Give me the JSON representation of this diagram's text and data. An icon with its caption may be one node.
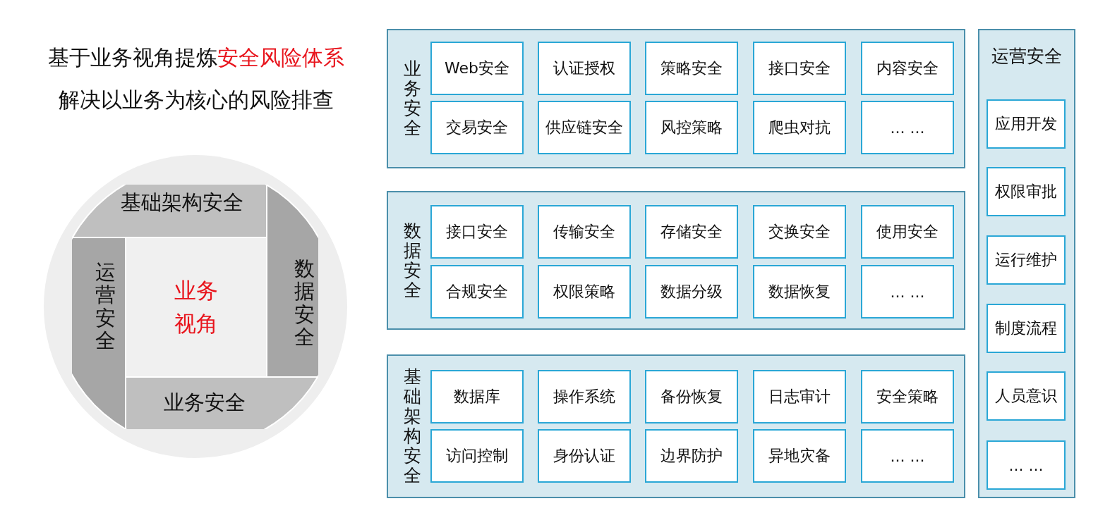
{
  "diagram": {
    "nodes": [
      {
        "text": [
          "基础架构安全"
        ]
      },
      {
        "text": [
          "运营安全"
        ]
      },
      {
        "text": [
          "业务视角"
        ]
      },
      {
        "text": [
          "数据安全"
        ]
      },
      {
        "text": [
          "业务安全"
        ]
      },
      {
        "text": [
          "业务安全"
        ]
      },
      {
        "text": [
          "Web安全"
        ],
        "in": 5
      },
      {
        "text": [
          "认证授权"
        ],
        "in": 5
      },
      {
        "text": [
          "策略安全"
        ],
        "in": 5
      },
      {
        "text": [
          "接口安全"
        ],
        "in": 5
      },
      {
        "text": [
          "内容安全"
        ],
        "in": 5
      },
      {
        "text": [
          "交易安全"
        ],
        "in": 5
      },
      {
        "text": [
          "供应链安全"
        ],
        "in": 5
      },
      {
        "text": [
          "风控策略"
        ],
        "in": 5
      },
      {
        "text": [
          "爬虫对抗"
        ],
        "in": 5
      },
      {
        "text": [
          "... ..."
        ],
        "in": 5
      },
      {
        "text": [
          "数据安全"
        ]
      },
      {
        "text": [
          "接口安全"
        ],
        "in": 16
      },
      {
        "text": [
          "传输安全"
        ],
        "in": 16
      },
      {
        "text": [
          "存储安全"
        ],
        "in": 16
      },
      {
        "text": [
          "交换安全"
        ],
        "in": 16
      },
      {
        "text": [
          "使用安全"
        ],
        "in": 16
      },
      {
        "text": [
          "合规安全"
        ],
        "in": 16
      },
      {
        "text": [
          "权限策略"
        ],
        "in": 16
      },
      {
        "text": [
          "数据分级"
        ],
        "in": 16
      },
      {
        "text": [
          "数据恢复"
        ],
        "in": 16
      },
      {
        "text": [
          "... ..."
        ],
        "in": 16
      },
      {
        "text": [
          "基础架构安全"
        ]
      },
      {
        "text": [
          "数据库"
        ],
        "in": 27
      },
      {
        "text": [
          "操作系统"
        ],
        "in": 27
      },
      {
        "text": [
          "备份恢复"
        ],
        "in": 27
      },
      {
        "text": [
          "日志审计"
        ],
        "in": 27
      },
      {
        "text": [
          "安全策略"
        ],
        "in": 27
      },
      {
        "text": [
          "访问控制"
        ],
        "in": 27
      },
      {
        "text": [
          "身份认证"
        ],
        "in": 27
      },
      {
        "text": [
          "边界防护"
        ],
        "in": 27
      },
      {
        "text": [
          "异地灾备"
        ],
        "in": 27
      },
      {
        "text": [
          "... ..."
        ],
        "in": 27
      },
      {
        "text": [
          "运营安全"
        ]
      },
      {
        "text": [
          "应用开发"
        ],
        "in": 38
      },
      {
        "text": [
          "权限审批"
        ],
        "in": 38
      },
      {
        "text": [
          "运行维护"
        ],
        "in": 38
      },
      {
        "text": [
          "制度流程"
        ],
        "in": 38
      },
      {
        "text": [
          "人员意识"
        ],
        "in": 38
      },
      {
        "text": [
          "... ..."
        ],
        "in": 38
      }
    ],
    "labels": [
      "基于业务视角提炼",
      "安全风险体系",
      "解决以业务为核心的风险排查"
    ]
  }
}
